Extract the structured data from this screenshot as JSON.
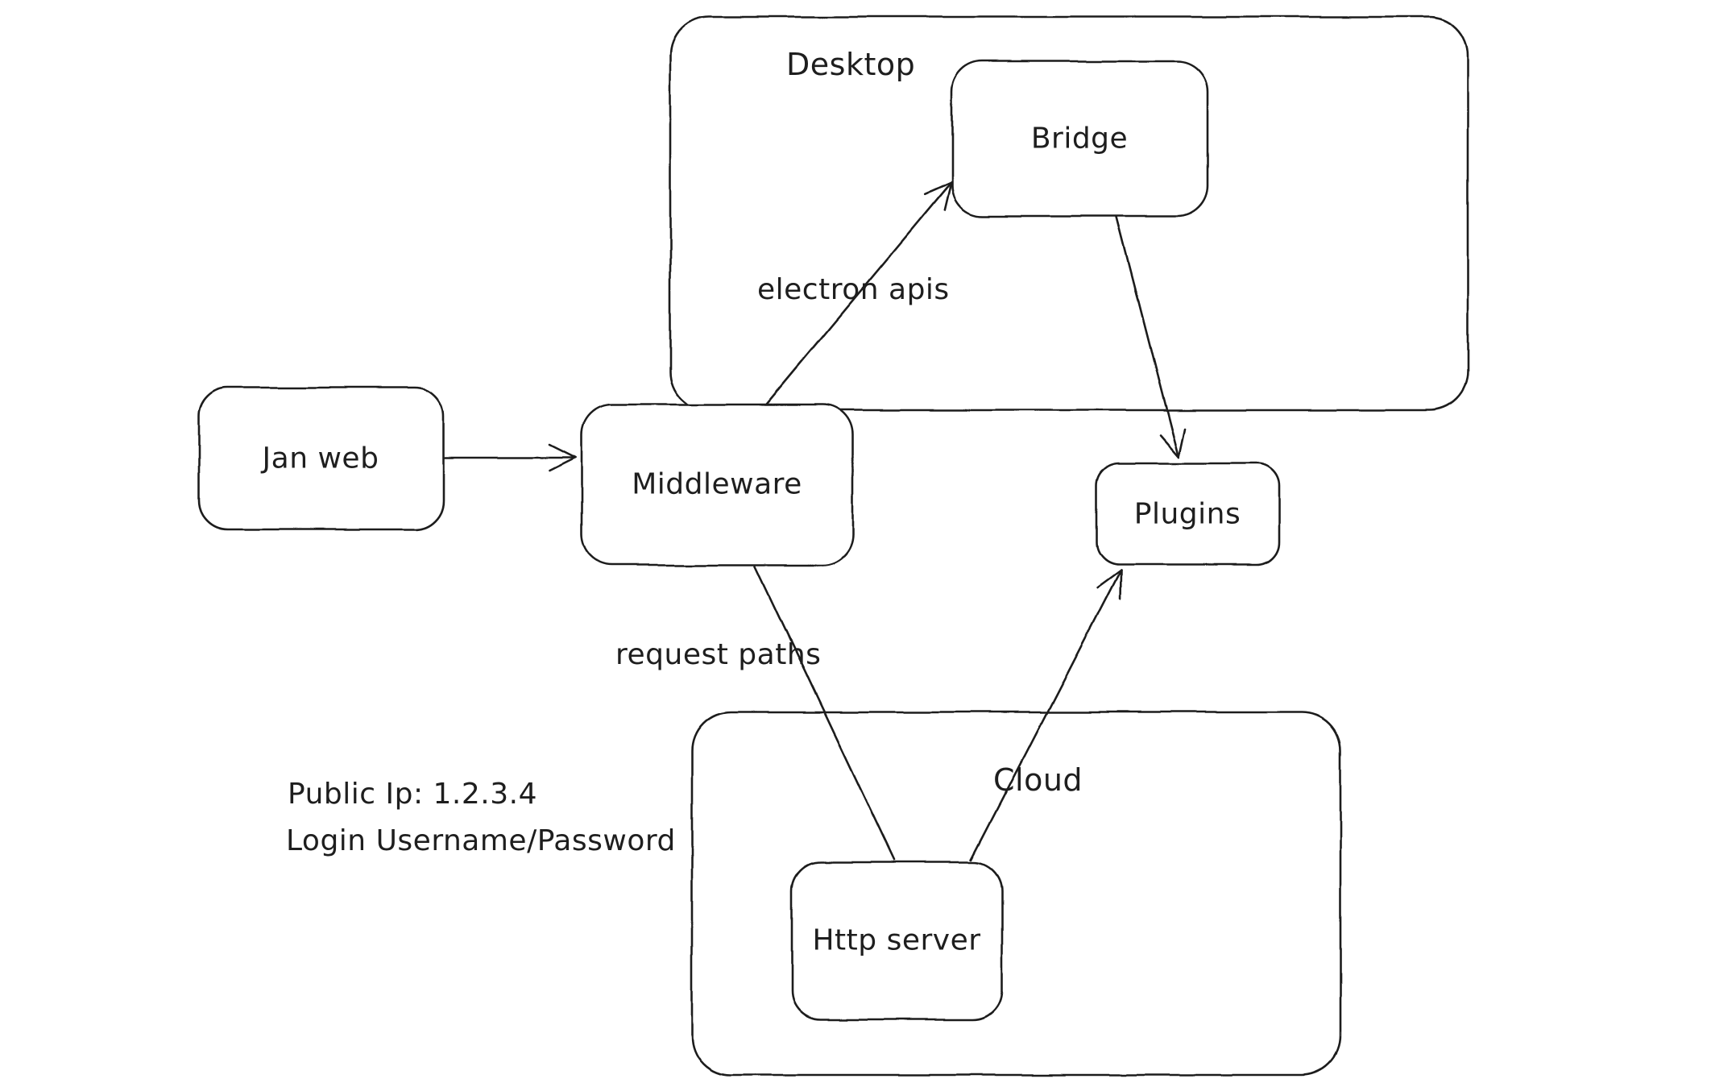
{
  "canvas": {
    "background_color": "#ffffff",
    "stroke_color": "#1e1e1e",
    "text_color": "#1e1e1e"
  },
  "containers": {
    "desktop": {
      "label": "Desktop"
    },
    "cloud": {
      "label": "Cloud"
    }
  },
  "nodes": {
    "jan_web": {
      "label": "Jan web"
    },
    "middleware": {
      "label": "Middleware"
    },
    "bridge": {
      "label": "Bridge"
    },
    "plugins": {
      "label": "Plugins"
    },
    "http_server": {
      "label": "Http server"
    }
  },
  "edge_labels": {
    "electron_apis": "electron apis",
    "request_paths": "request paths"
  },
  "annotations": {
    "public_ip": "Public Ip: 1.2.3.4",
    "login": "Login Username/Password"
  }
}
